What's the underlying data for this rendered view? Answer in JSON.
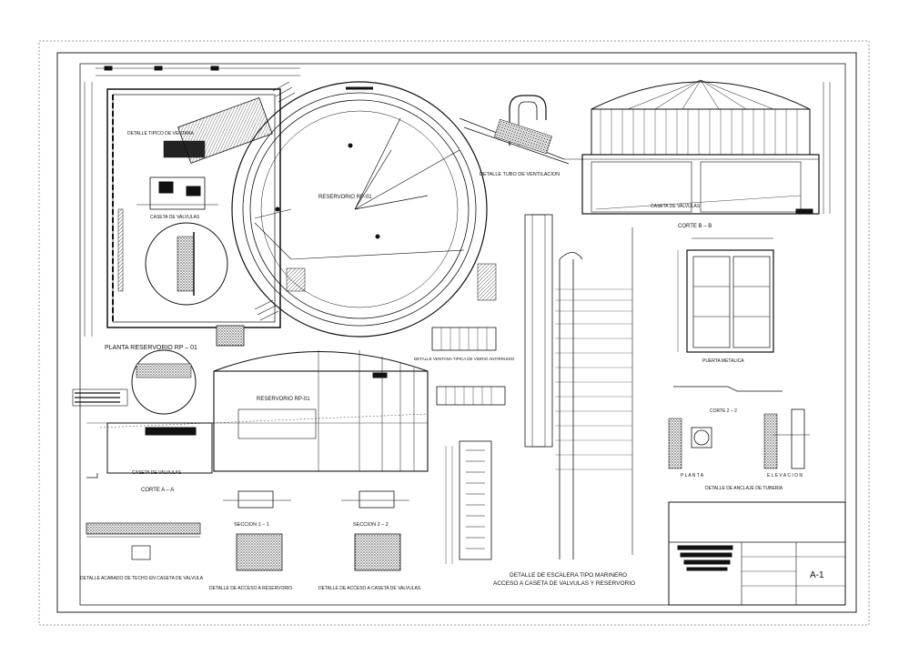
{
  "labels": {
    "reservoir_name": "RESERVORIO RP-01",
    "reservoir_elev_name": "RESERVORIO RP-01",
    "plan_title": "PLANTA   RESERVORIO   RP – 01",
    "valve_box": "CASETA DE VALVULAS",
    "valve_box_2": "CASETA DE VALVULAS",
    "valve_box_3": "CASETA DE VALVULAS",
    "typical_window_detail": "DETALLE TIPICO DE VENTANA",
    "ventilation_detail": "DETALLE TUBO DE VENTILACION",
    "section_bb": "CORTE  B – B",
    "section_aa": "CORTE  A – A",
    "metal_door": "PUERTA METALICA",
    "section_22": "CORTE  2 – 2",
    "plan": "P L A N T A",
    "elevation": "E L E V A C I O N",
    "pipe_anchor": "DETALLE DE ANCLAJE DE TUBERIA",
    "window_detail": "DETALLE VENTANA TIPICA DE VIDRIO ANTIRRUIDO",
    "ladder_title_1": "DETALLE DE ESCALERA TIPO MARINERO",
    "ladder_title_2": "ACCESO A CASETA DE VALVULAS Y RESERVORIO",
    "section_11": "SECCION   1 – 1",
    "section_22b": "SECCION   2 – 2",
    "roof_finish": "DETALLE ACABADO  DE TECHO EN CASETA DE VALVULA",
    "access_reservoir": "DETALLE DE ACCESO A RESERVORIO",
    "access_valve": "DETALLE DE ACCESO A CASETA DE VALVULAS",
    "sheet_number": "A-1"
  },
  "colors": {
    "ink": "#111111",
    "hatch": "#555555",
    "frame": "#222222"
  }
}
